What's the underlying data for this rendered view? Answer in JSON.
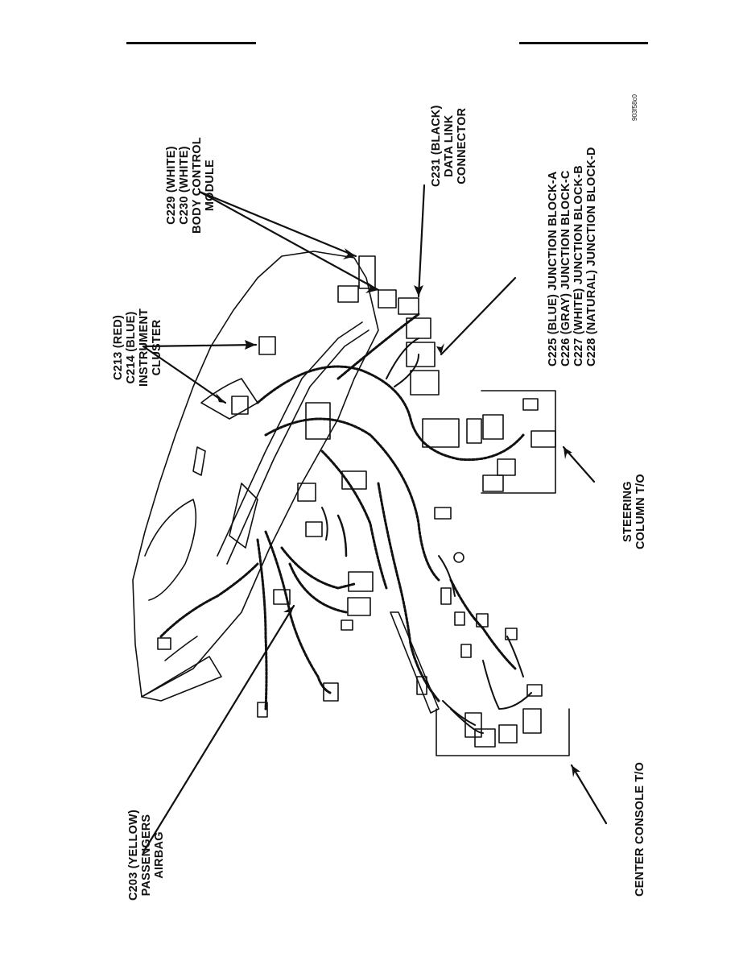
{
  "labels": {
    "instrument_cluster": [
      "C213 (RED)",
      "C214 (BLUE)",
      "INSTRUMENT",
      "CLUSTER"
    ],
    "body_control_module": [
      "C229 (WHITE)",
      "C230 (WHITE)",
      "BODY CONTROL",
      "MODULE"
    ],
    "data_link": [
      "C231 (BLACK)",
      "DATA LINK",
      "CONNECTOR"
    ],
    "junction_block": [
      "C225 (BLUE) JUNCTION BLOCK-A",
      "C226 (GRAY) JUNCTION BLOCK-C",
      "C227 (WHITE) JUNCTION BLOCK-B",
      "C228 (NATURAL) JUNCTION BLOCK-D"
    ],
    "steering_column": [
      "STEERING",
      "COLUMN T/O"
    ],
    "passengers_airbag": [
      "C203 (YELLOW)",
      "PASSENGERS",
      "AIRBAG"
    ],
    "center_console": [
      "CENTER CONSOLE T/O"
    ]
  },
  "figure_code": "903f58c0"
}
